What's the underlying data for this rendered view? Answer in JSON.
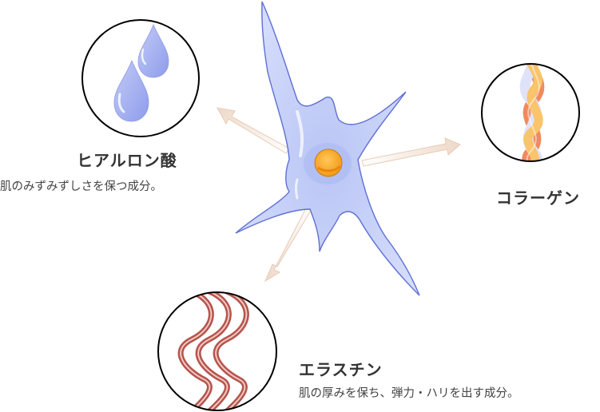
{
  "diagram": {
    "center": {
      "label": "fibroblast-cell",
      "nucleus_color": "#f7a21b",
      "cell_color": "#c9d3f8"
    },
    "components": [
      {
        "name": "ヒアルロン酸",
        "description": "肌のみずみずしさを保つ成分。",
        "icon": "water-drops"
      },
      {
        "name": "コラーゲン",
        "description": "",
        "icon": "triple-helix"
      },
      {
        "name": "エラスチン",
        "description": "肌の厚みを保ち、弾力・ハリを出す成分。",
        "icon": "wavy-fibers"
      }
    ],
    "colors": {
      "arrow": "#f3e1d3",
      "circle_stroke": "#000000",
      "drop": "#aab6f0",
      "collagen_orange": "#f08a5d",
      "collagen_yellow": "#f9c46b",
      "collagen_lavender": "#dfe3fa",
      "elastin": "#b5544c"
    }
  }
}
